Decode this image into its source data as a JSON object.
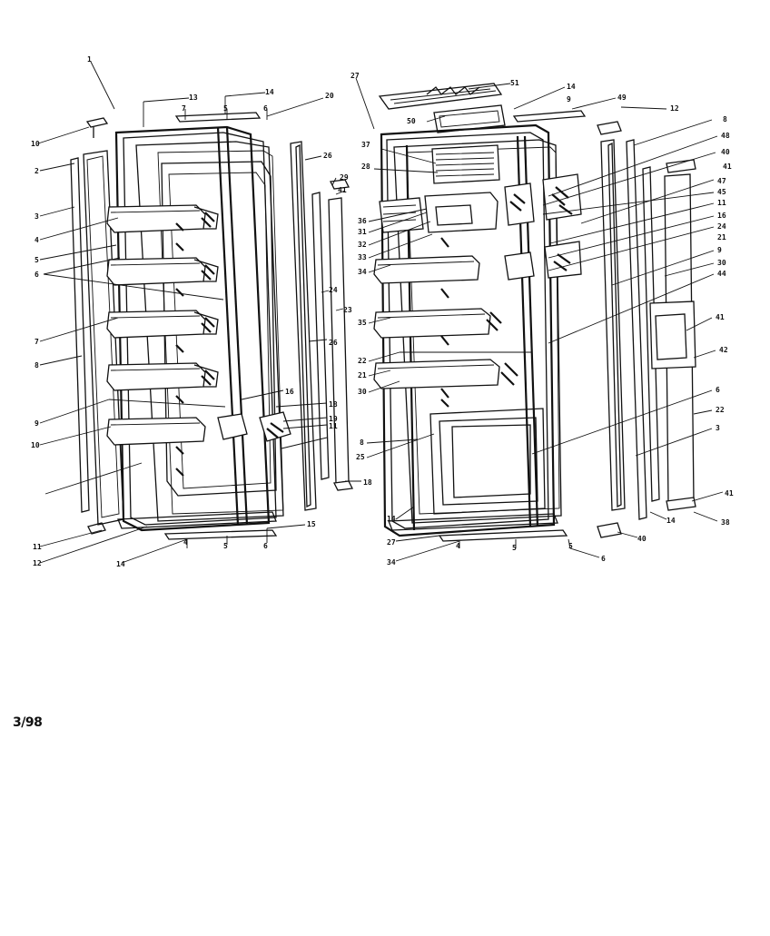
{
  "document": {
    "date_code": "3/98"
  },
  "callouts": [
    {
      "id": "c-1",
      "text": "1"
    },
    {
      "id": "c-13a",
      "text": "13"
    },
    {
      "id": "c-14a",
      "text": "14"
    },
    {
      "id": "c-20a",
      "text": "20"
    },
    {
      "id": "c-7a",
      "text": "7"
    },
    {
      "id": "c-5a",
      "text": "5"
    },
    {
      "id": "c-6a",
      "text": "6"
    },
    {
      "id": "c-10a",
      "text": "10"
    },
    {
      "id": "c-2a",
      "text": "2"
    },
    {
      "id": "c-3a",
      "text": "3"
    },
    {
      "id": "c-4a",
      "text": "4"
    },
    {
      "id": "c-5b",
      "text": "5"
    },
    {
      "id": "c-6b",
      "text": "6"
    },
    {
      "id": "c-7b",
      "text": "7"
    },
    {
      "id": "c-8a",
      "text": "8"
    },
    {
      "id": "c-9a",
      "text": "9"
    },
    {
      "id": "c-10b",
      "text": "10"
    },
    {
      "id": "c-11a",
      "text": "11"
    },
    {
      "id": "c-12a",
      "text": "12"
    },
    {
      "id": "c-14b",
      "text": "14"
    },
    {
      "id": "c-4b",
      "text": "4"
    },
    {
      "id": "c-5c",
      "text": "5"
    },
    {
      "id": "c-6c",
      "text": "6"
    },
    {
      "id": "c-15a",
      "text": "15"
    },
    {
      "id": "c-26a",
      "text": "26"
    },
    {
      "id": "c-29a",
      "text": "29"
    },
    {
      "id": "c-41a",
      "text": "41"
    },
    {
      "id": "c-24a",
      "text": "24"
    },
    {
      "id": "c-23a",
      "text": "23"
    },
    {
      "id": "c-26b",
      "text": "26"
    },
    {
      "id": "c-16a",
      "text": "16"
    },
    {
      "id": "c-18a",
      "text": "18"
    },
    {
      "id": "c-19a",
      "text": "19"
    },
    {
      "id": "c-11b",
      "text": "11"
    },
    {
      "id": "c-18b",
      "text": "18"
    },
    {
      "id": "c-27a",
      "text": "27"
    },
    {
      "id": "c-51",
      "text": "51"
    },
    {
      "id": "c-14c",
      "text": "14"
    },
    {
      "id": "c-9b",
      "text": "9"
    },
    {
      "id": "c-49a",
      "text": "49"
    },
    {
      "id": "c-50",
      "text": "50"
    },
    {
      "id": "c-12b",
      "text": "12"
    },
    {
      "id": "c-8b",
      "text": "8"
    },
    {
      "id": "c-37",
      "text": "37"
    },
    {
      "id": "c-28",
      "text": "28"
    },
    {
      "id": "c-36",
      "text": "36"
    },
    {
      "id": "c-31",
      "text": "31"
    },
    {
      "id": "c-32",
      "text": "32"
    },
    {
      "id": "c-33",
      "text": "33"
    },
    {
      "id": "c-34a",
      "text": "34"
    },
    {
      "id": "c-35a",
      "text": "35"
    },
    {
      "id": "c-22a",
      "text": "22"
    },
    {
      "id": "c-21a",
      "text": "21"
    },
    {
      "id": "c-30a",
      "text": "30"
    },
    {
      "id": "c-8c",
      "text": "8"
    },
    {
      "id": "c-25",
      "text": "25"
    },
    {
      "id": "c-14d",
      "text": "14"
    },
    {
      "id": "c-27b",
      "text": "27"
    },
    {
      "id": "c-34b",
      "text": "34"
    },
    {
      "id": "c-4d",
      "text": "4"
    },
    {
      "id": "c-5d",
      "text": "5"
    },
    {
      "id": "c-6d",
      "text": "6"
    },
    {
      "id": "c-5e",
      "text": "5"
    },
    {
      "id": "c-40a",
      "text": "40"
    },
    {
      "id": "c-14e",
      "text": "14"
    },
    {
      "id": "c-48",
      "text": "48"
    },
    {
      "id": "c-40b",
      "text": "40"
    },
    {
      "id": "c-41b",
      "text": "41"
    },
    {
      "id": "c-47",
      "text": "47"
    },
    {
      "id": "c-45",
      "text": "45"
    },
    {
      "id": "c-11c",
      "text": "11"
    },
    {
      "id": "c-16b",
      "text": "16"
    },
    {
      "id": "c-24b",
      "text": "24"
    },
    {
      "id": "c-21b",
      "text": "21"
    },
    {
      "id": "c-9c",
      "text": "9"
    },
    {
      "id": "c-30b",
      "text": "30"
    },
    {
      "id": "c-44",
      "text": "44"
    },
    {
      "id": "c-41c",
      "text": "41"
    },
    {
      "id": "c-42",
      "text": "42"
    },
    {
      "id": "c-6e",
      "text": "6"
    },
    {
      "id": "c-22b",
      "text": "22"
    },
    {
      "id": "c-3b",
      "text": "3"
    },
    {
      "id": "c-41d",
      "text": "41"
    },
    {
      "id": "c-38",
      "text": "38"
    }
  ]
}
